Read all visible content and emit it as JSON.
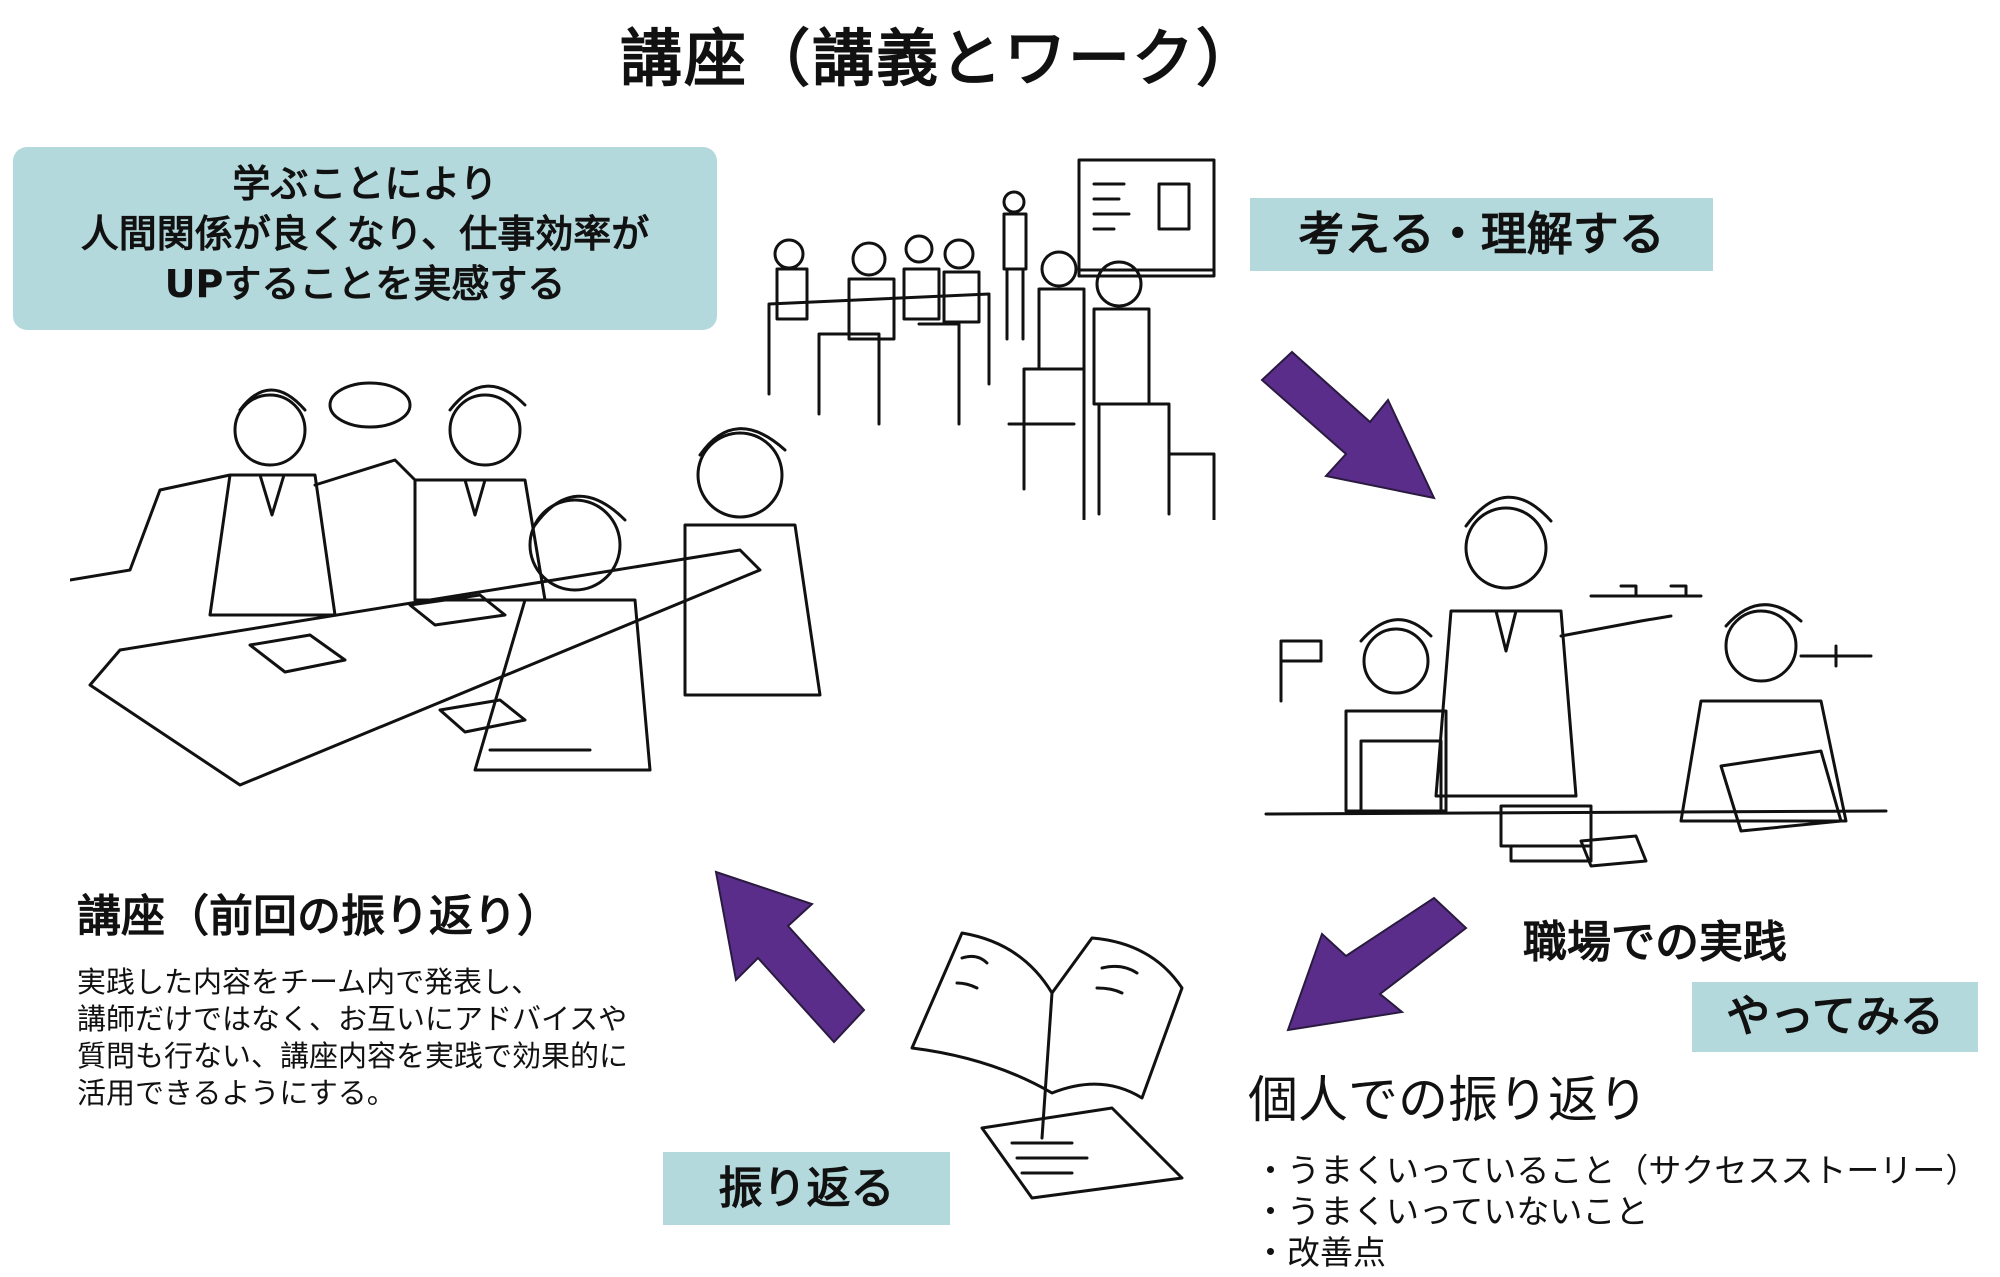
{
  "title": "講座（講義とワーク）",
  "goal_box": {
    "lines": [
      "学ぶことにより",
      "人間関係が良くなり、仕事効率が",
      "UPすることを実感する"
    ]
  },
  "tags": {
    "think": "考える・理解する",
    "try": "やってみる",
    "reflect": "振り返る"
  },
  "practice_label": "職場での実践",
  "personal_reflection": {
    "heading": "個人での振り返り",
    "items": [
      "・うまくいっていること（サクセスストーリー）",
      "・うまくいっていないこと",
      "・改善点"
    ]
  },
  "previous_review": {
    "heading": "講座（前回の振り返り）",
    "lines": [
      "実践した内容をチーム内で発表し、",
      "講師だけではなく、お互いにアドバイスや",
      "質問も行ない、講座内容を実践で効果的に",
      "活用できるようにする。"
    ]
  },
  "colors": {
    "tag_bg": "#b4d9dc",
    "arrow": "#5b2d8a"
  }
}
